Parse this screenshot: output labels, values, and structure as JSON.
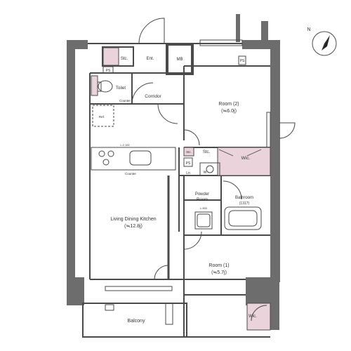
{
  "rooms": {
    "ldk": {
      "name": "Living Dining Kitchen",
      "size": "(≒12.8j)"
    },
    "room1": {
      "name": "Room (1)",
      "size": "(≒5.7j)"
    },
    "room2": {
      "name": "Room (2)",
      "size": "(≒6.0j)"
    },
    "bathroom": {
      "name": "Bathroom",
      "size": "(1317)"
    },
    "powder": {
      "line1": "Powder",
      "line2": "Room"
    },
    "toilet": "Toilet",
    "corridor": "Corridor",
    "balcony": "Balcony"
  },
  "fixtures": {
    "stc_entry": "Stc.",
    "ent": "Ent.",
    "mb": "MB",
    "ps_entry": "PS",
    "ps_room2": "PS",
    "ps_powder": "PS",
    "counter_toilet": "Counter",
    "counter_kitchen": "Counter",
    "ref": "Ref.",
    "kitchen_dim": "L:2,100",
    "powder_dim": "L:900",
    "stc_room2": "Stc.",
    "stc_small": "Stc.",
    "wic_room2": "Wic.",
    "wic_room1": "Wic.",
    "ln": "Ln",
    "w": "W"
  },
  "compass": {
    "label": "N"
  },
  "colors": {
    "wall": "#6d6d6d",
    "storage_fill": "#ead3db",
    "line": "#4a4a4a"
  }
}
